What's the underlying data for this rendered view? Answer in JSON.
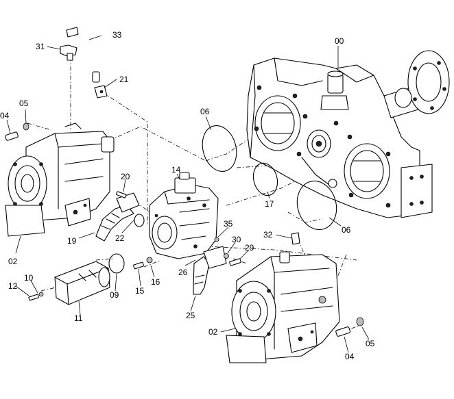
{
  "diagram": {
    "callouts": {
      "c00": "00",
      "c02a": "02",
      "c02b": "02",
      "c04a": "04",
      "c04b": "04",
      "c05a": "05",
      "c05b": "05",
      "c06a": "06",
      "c06b": "06",
      "c09": "09",
      "c10": "10",
      "c11": "11",
      "c12": "12",
      "c14": "14",
      "c15": "15",
      "c16": "16",
      "c17": "17",
      "c19": "19",
      "c20": "20",
      "c21": "21",
      "c22": "22",
      "c25": "25",
      "c26": "26",
      "c29": "29",
      "c30": "30",
      "c31": "31",
      "c32": "32",
      "c33": "33",
      "c35": "35"
    }
  }
}
